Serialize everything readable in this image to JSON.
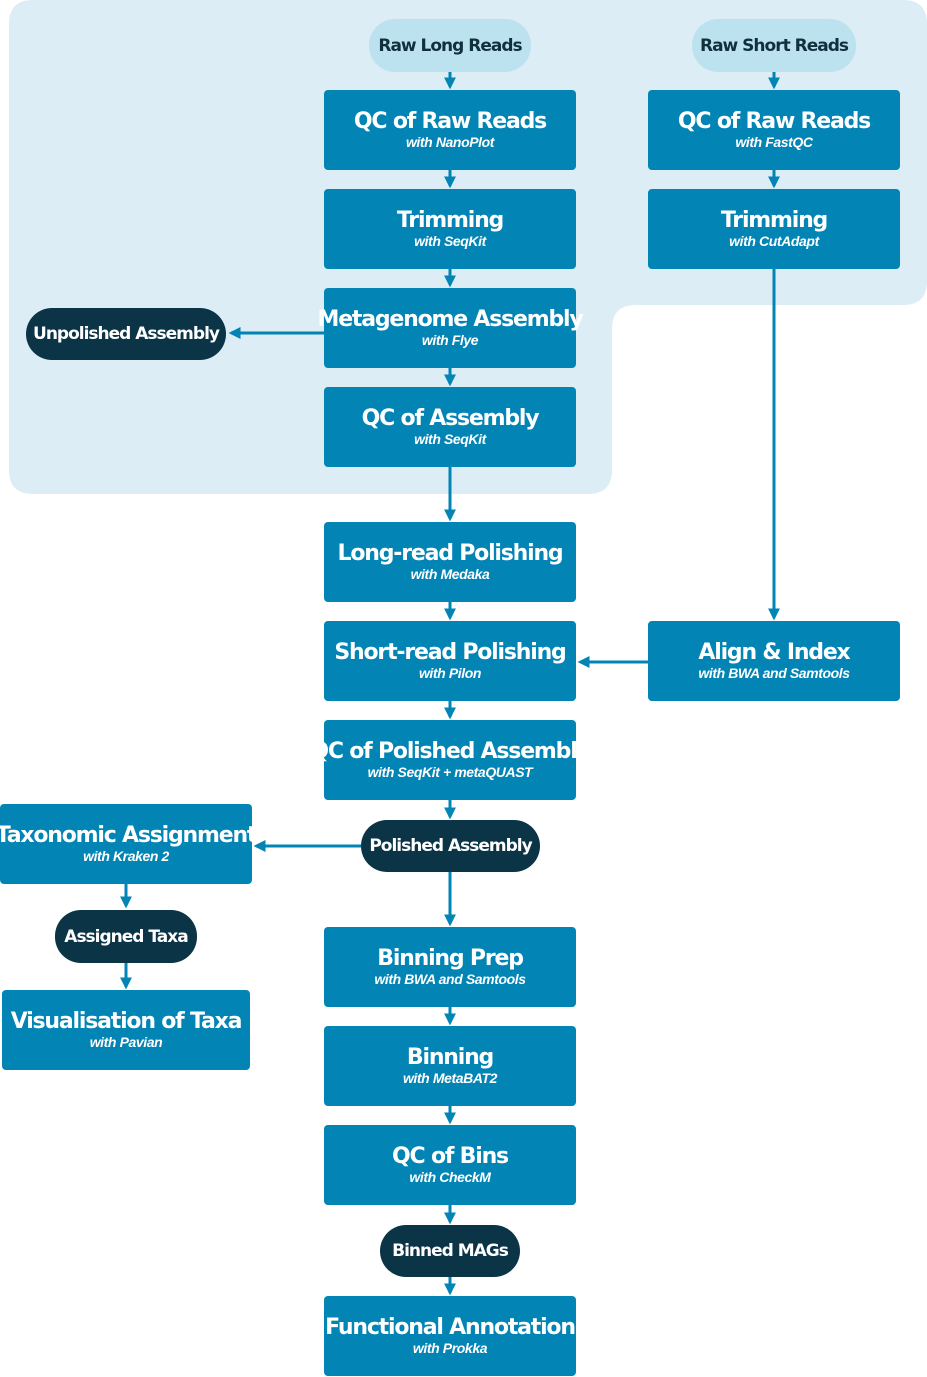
{
  "colors": {
    "region": "#dcedf5",
    "box": "#0284b5",
    "dark_pill": "#0b3447",
    "light_pill": "#bde2ef",
    "arrow": "#0284b5"
  },
  "inputs": {
    "raw_long_reads": "Raw Long Reads",
    "raw_short_reads": "Raw Short Reads"
  },
  "steps": {
    "qc_raw_long": {
      "title": "QC of Raw Reads",
      "tool": "with NanoPlot"
    },
    "trim_long": {
      "title": "Trimming",
      "tool": "with SeqKit"
    },
    "metagenome_assembly": {
      "title": "Metagenome Assembly",
      "tool": "with Flye"
    },
    "qc_assembly": {
      "title": "QC of Assembly",
      "tool": "with SeqKit"
    },
    "qc_raw_short": {
      "title": "QC of Raw Reads",
      "tool": "with FastQC"
    },
    "trim_short": {
      "title": "Trimming",
      "tool": "with CutAdapt"
    },
    "long_polish": {
      "title": "Long-read Polishing",
      "tool": "with Medaka"
    },
    "short_polish": {
      "title": "Short-read Polishing",
      "tool": "with Pilon"
    },
    "align_index": {
      "title": "Align & Index",
      "tool": "with BWA and Samtools"
    },
    "qc_polished": {
      "title": "QC of Polished Assembly",
      "tool": "with SeqKit + metaQUAST"
    },
    "taxonomic": {
      "title": "Taxonomic Assignment",
      "tool": "with Kraken 2"
    },
    "visualisation": {
      "title": "Visualisation of Taxa",
      "tool": "with Pavian"
    },
    "binning_prep": {
      "title": "Binning Prep",
      "tool": "with BWA and Samtools"
    },
    "binning": {
      "title": "Binning",
      "tool": "with MetaBAT2"
    },
    "qc_bins": {
      "title": "QC of Bins",
      "tool": "with CheckM"
    },
    "functional": {
      "title": "Functional Annotation",
      "tool": "with Prokka"
    }
  },
  "outputs": {
    "unpolished": "Unpolished Assembly",
    "polished": "Polished Assembly",
    "assigned_taxa": "Assigned Taxa",
    "binned_mags": "Binned MAGs"
  }
}
